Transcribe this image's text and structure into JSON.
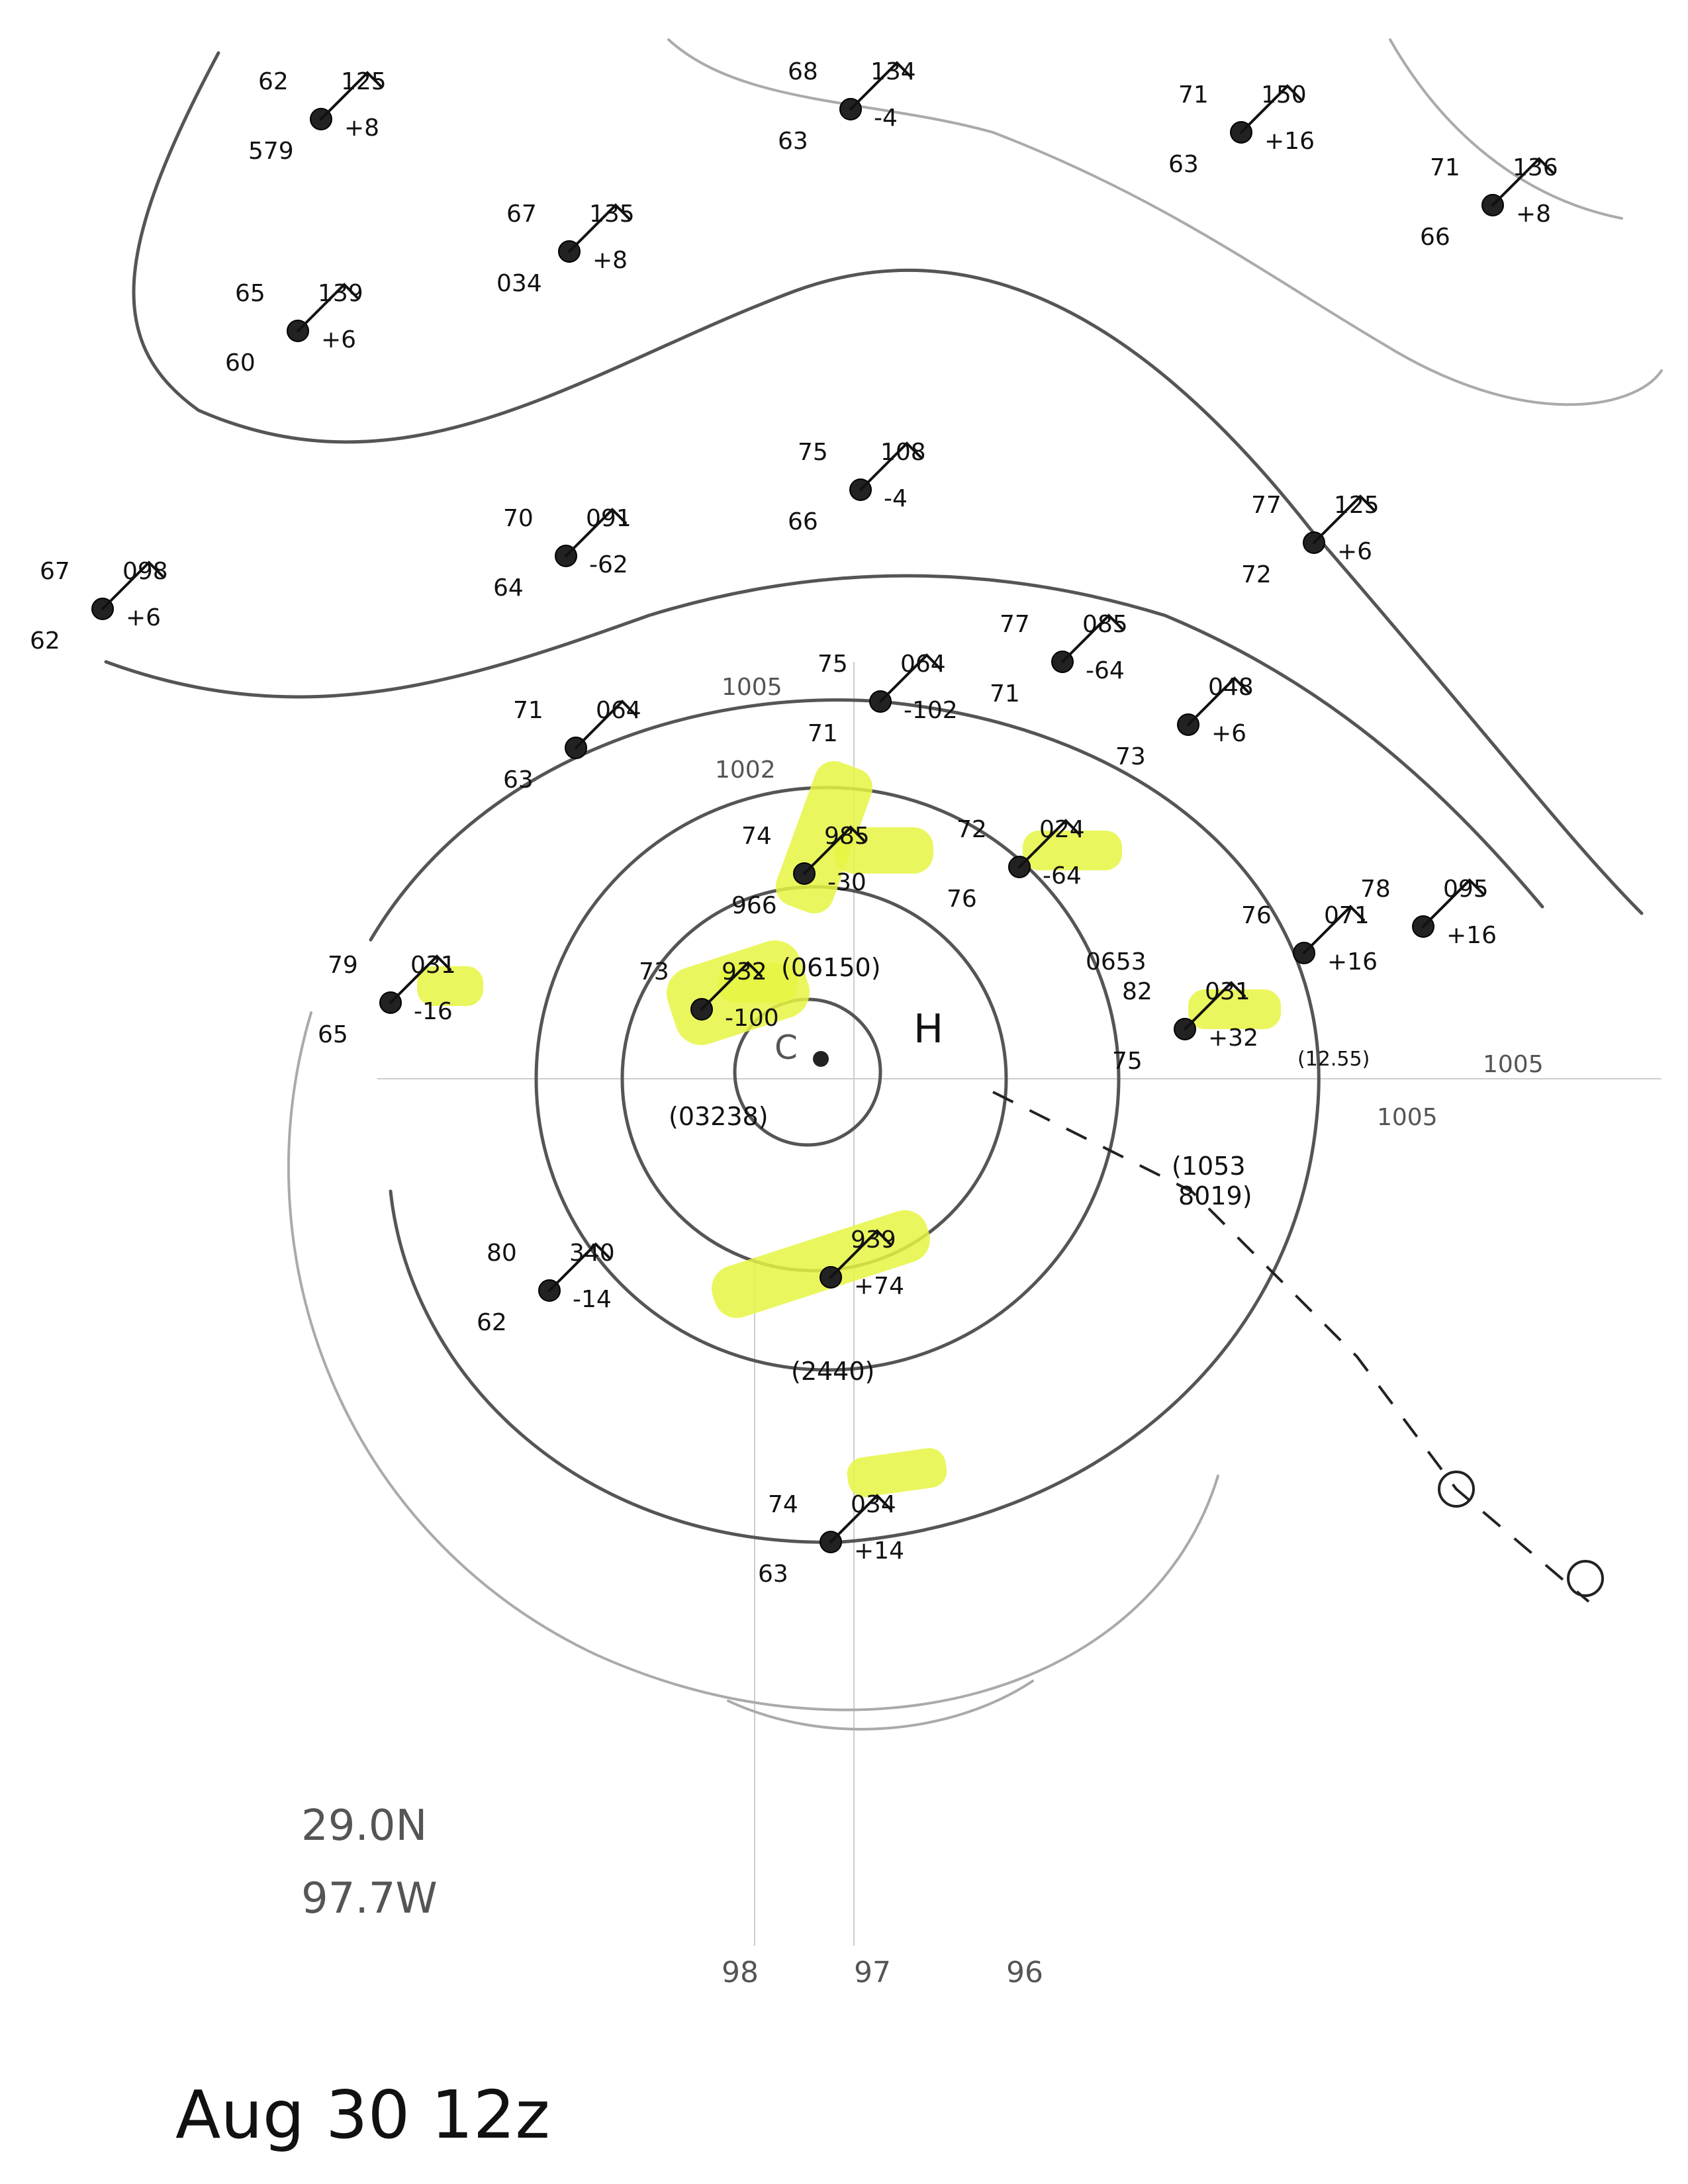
{
  "date_label": "Aug 30 12z",
  "center_position": {
    "lat": "29.0N",
    "lon": "97.7W"
  },
  "longitude_ticks": [
    "98",
    "97",
    "96"
  ],
  "isobar_labels": [
    "1005",
    "1002",
    "1005",
    "1005"
  ],
  "center_marks": [
    "H",
    "C"
  ],
  "stations": [
    {
      "id": "nw1",
      "temp": "62",
      "pressure": "125",
      "dewpoint": "579",
      "tendency": "+8"
    },
    {
      "id": "n1",
      "temp": "68",
      "pressure": "134",
      "dewpoint": "63",
      "tendency": "-4"
    },
    {
      "id": "ne1",
      "temp": "71",
      "pressure": "150",
      "dewpoint": "63",
      "tendency": "+16"
    },
    {
      "id": "ne2",
      "temp": "71",
      "pressure": "136",
      "dewpoint": "66",
      "tendency": "+8"
    },
    {
      "id": "nw2",
      "temp": "67",
      "pressure": "135",
      "dewpoint": "034",
      "tendency": "+8"
    },
    {
      "id": "nw3",
      "temp": "65",
      "pressure": "139",
      "dewpoint": "60",
      "tendency": "+6"
    },
    {
      "id": "w1",
      "temp": "67",
      "pressure": "098",
      "dewpoint": "62",
      "tendency": "+6"
    },
    {
      "id": "c1",
      "temp": "70",
      "pressure": "091",
      "dewpoint": "64",
      "tendency": "-62"
    },
    {
      "id": "c2",
      "temp": "75",
      "pressure": "108",
      "dewpoint": "66",
      "tendency": "-4"
    },
    {
      "id": "e1",
      "temp": "77",
      "pressure": "125",
      "dewpoint": "72",
      "tendency": "+6"
    },
    {
      "id": "c3",
      "temp": "75",
      "pressure": "064",
      "dewpoint": "71",
      "tendency": "-102"
    },
    {
      "id": "e2",
      "temp": "77",
      "pressure": "085",
      "dewpoint": "71",
      "tendency": "-64"
    },
    {
      "id": "e3",
      "temp": "",
      "pressure": "048",
      "dewpoint": "73",
      "tendency": "+6"
    },
    {
      "id": "c4",
      "temp": "71",
      "pressure": "064",
      "dewpoint": "63",
      "tendency": ""
    },
    {
      "id": "c5",
      "temp": "74",
      "pressure": "985",
      "dewpoint": "966",
      "tendency": "-30"
    },
    {
      "id": "e4",
      "temp": "72",
      "pressure": "024",
      "dewpoint": "76",
      "tendency": "-64"
    },
    {
      "id": "e5",
      "temp": "78",
      "pressure": "095",
      "dewpoint": "",
      "tendency": "+16"
    },
    {
      "id": "w2",
      "temp": "79",
      "pressure": "031",
      "dewpoint": "65",
      "tendency": "-16"
    },
    {
      "id": "c6",
      "temp": "73",
      "pressure": "932",
      "dewpoint": "",
      "tendency": "-100"
    },
    {
      "id": "e6",
      "temp": "82",
      "pressure": "031",
      "dewpoint": "75",
      "tendency": "+32"
    },
    {
      "id": "e7",
      "temp": "76",
      "pressure": "071",
      "dewpoint": "",
      "tendency": "+16"
    },
    {
      "id": "s1",
      "temp": "80",
      "pressure": "340",
      "dewpoint": "62",
      "tendency": "-14"
    },
    {
      "id": "s2",
      "temp": "",
      "pressure": "939",
      "dewpoint": "",
      "tendency": "+74"
    },
    {
      "id": "s3",
      "temp": "74",
      "pressure": "034",
      "dewpoint": "63",
      "tendency": "+14"
    }
  ],
  "misc_annotations": [
    "(06150)",
    "(03238)",
    "(2440)",
    "(1053",
    "8019)",
    "0653",
    "(12.55)",
    "(1053)"
  ],
  "highlight_color": "#e6f542"
}
